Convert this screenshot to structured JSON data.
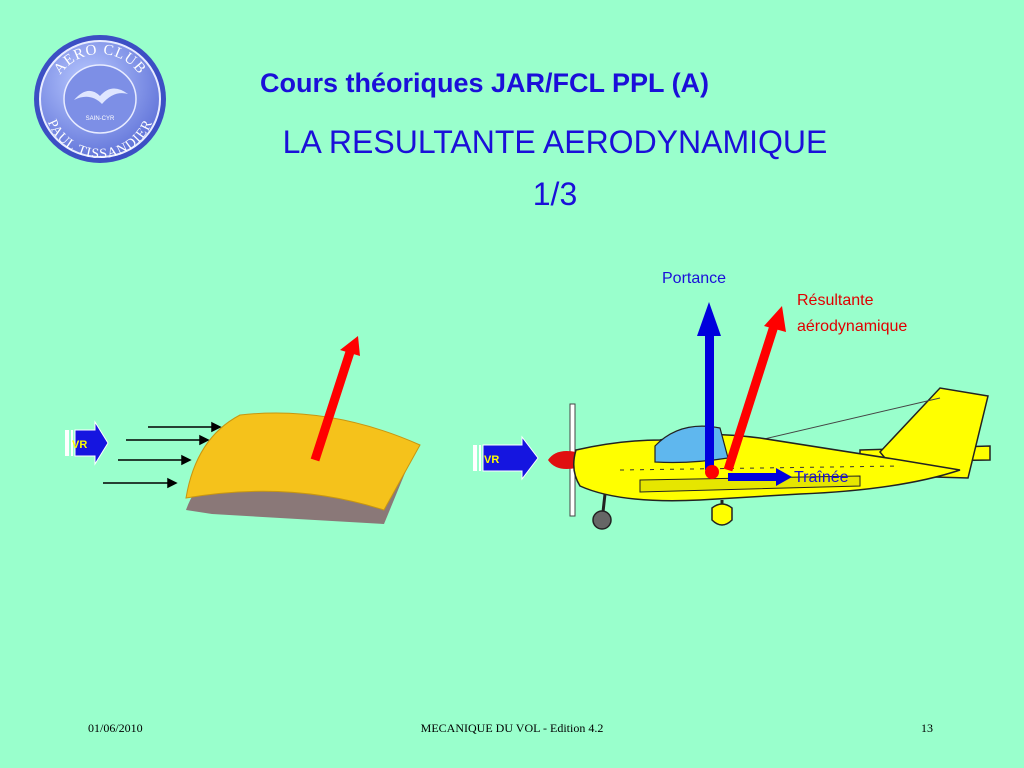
{
  "logo": {
    "top_text": "AERO CLUB",
    "bottom_text": "PAUL TISSANDIER",
    "center_text": "SAIN-CYR"
  },
  "header": {
    "course_title": "Cours théoriques JAR/FCL PPL (A)",
    "title_line1": "LA RESULTANTE AERODYNAMIQUE",
    "title_line2": "1/3"
  },
  "diagram": {
    "airfoil_wind_label": "VR",
    "plane_wind_label": "VR",
    "portance_label": "Portance",
    "resultante_line1": "Résultante",
    "resultante_line2": "aérodynamique",
    "trainee_label": "Traînée",
    "colors": {
      "lift_arrow": "#0000dd",
      "resultant_arrow": "#ff0000",
      "drag_arrow": "#0000dd",
      "wing": "#f5c21b",
      "plane_body": "#ffff00",
      "background": "#99ffcc"
    }
  },
  "footer": {
    "date": "01/06/2010",
    "center": "MECANIQUE DU VOL - Edition 4.2",
    "page": "13"
  }
}
